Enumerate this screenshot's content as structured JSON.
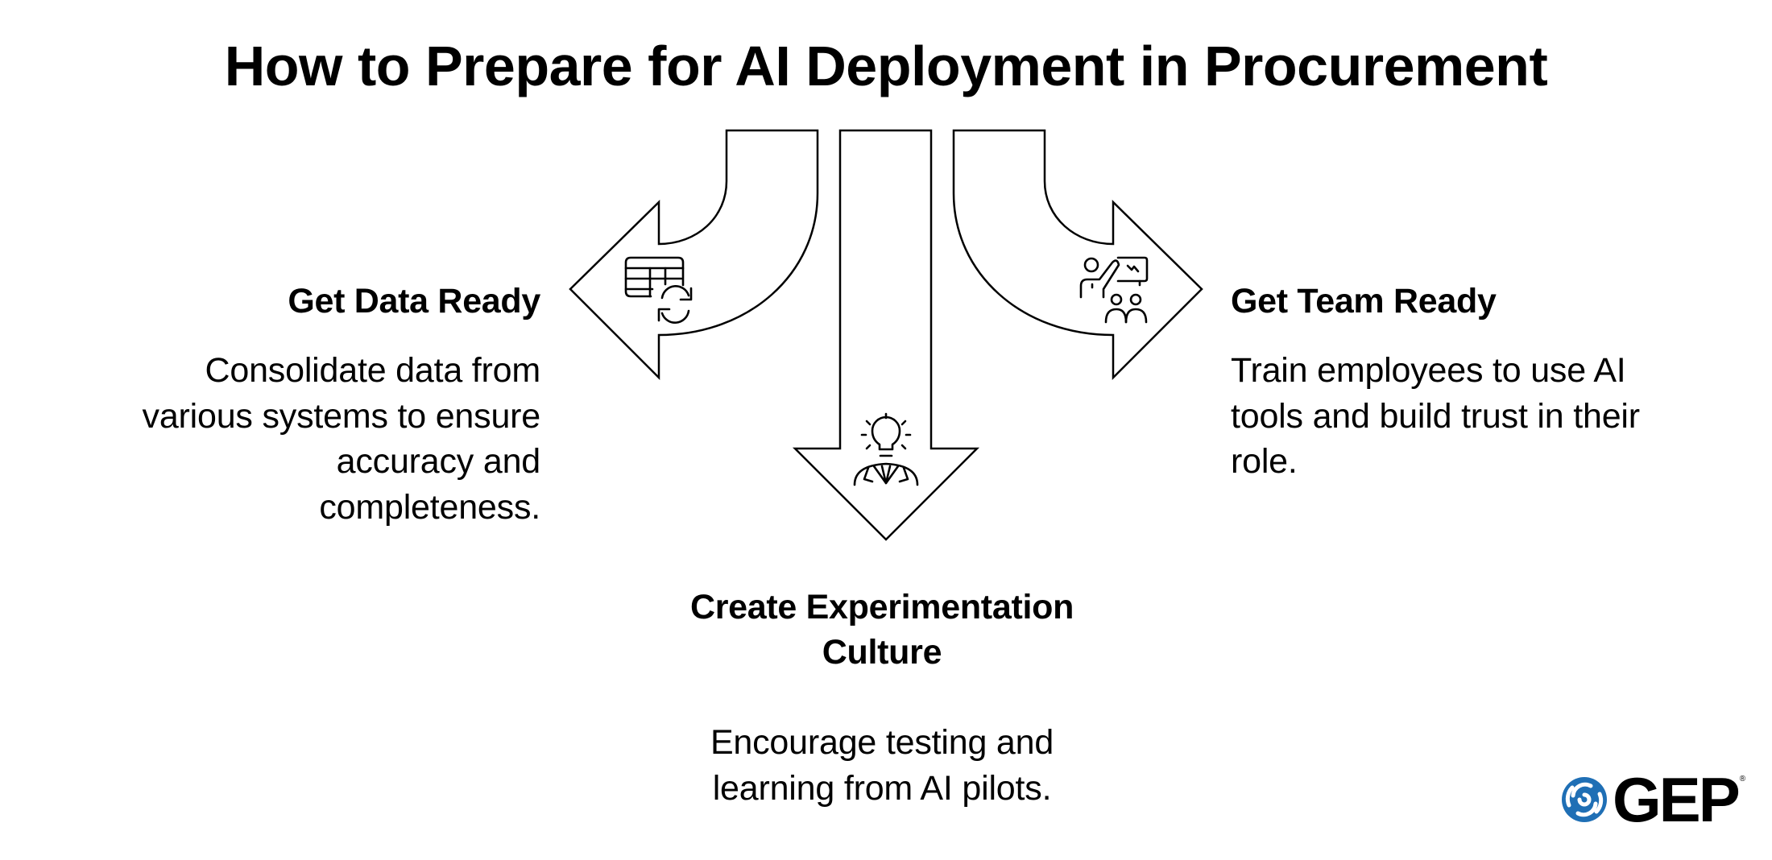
{
  "title": "How to Prepare for AI Deployment in Procurement",
  "branches": [
    {
      "id": "left",
      "direction": "left",
      "icon": "data-table-refresh-icon",
      "heading": "Get Data Ready",
      "description_lines": [
        "Consolidate data from",
        "various systems to ensure",
        "accuracy and",
        "completeness."
      ]
    },
    {
      "id": "center",
      "direction": "down",
      "icon": "lightbulb-person-icon",
      "heading_lines": [
        "Create Experimentation",
        "Culture"
      ],
      "description_lines": [
        "Encourage testing and",
        "learning from AI pilots."
      ]
    },
    {
      "id": "right",
      "direction": "right",
      "icon": "presenter-team-icon",
      "heading": "Get Team Ready",
      "description_lines": [
        "Train employees to use AI",
        "tools and build trust in their",
        "role."
      ]
    }
  ],
  "logo": {
    "text": "GEP",
    "registered_mark": "®",
    "icon": "swirl-logo-icon",
    "color": "#1f6fb5"
  },
  "colors": {
    "stroke": "#000000",
    "background": "#ffffff"
  }
}
